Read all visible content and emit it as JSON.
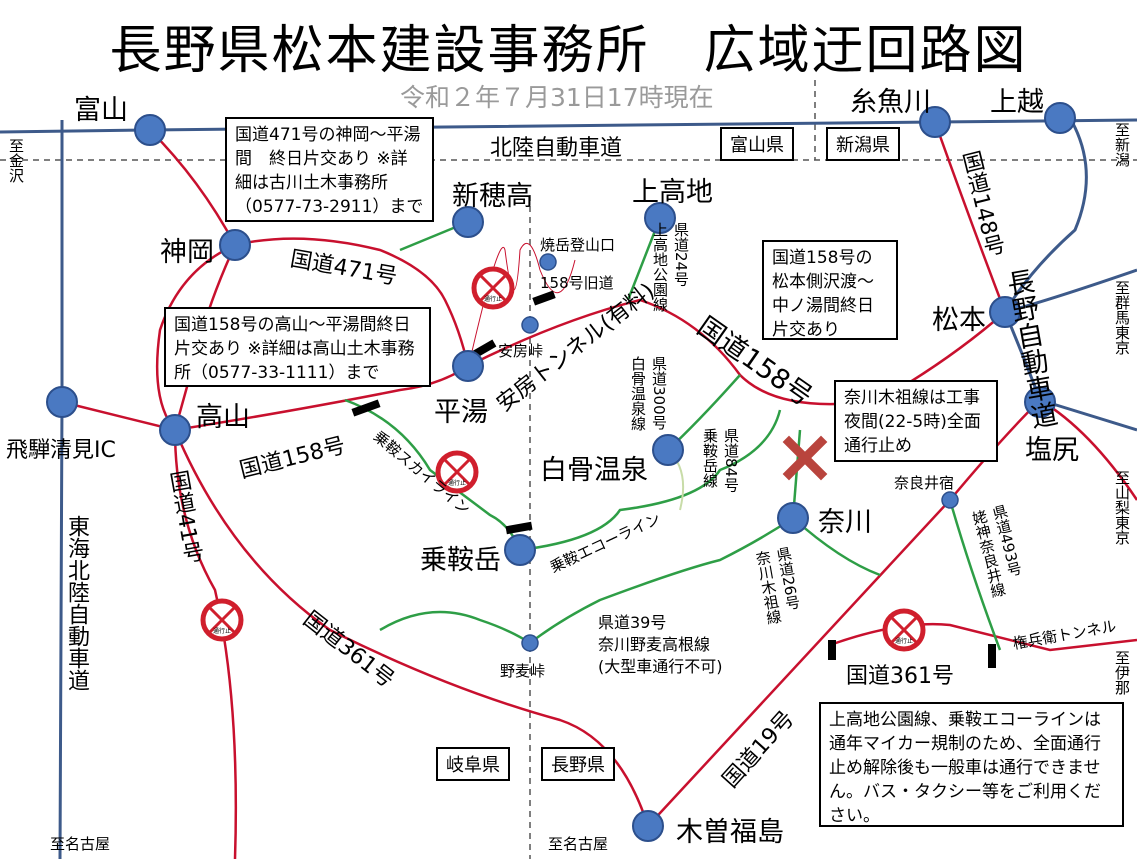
{
  "title": "長野県松本建設事務所　広域迂回路図",
  "subtitle": "令和２年７月31日17時現在",
  "cities": {
    "toyama": "富山",
    "itoigawa": "糸魚川",
    "joetsu": "上越",
    "kamioka": "神岡",
    "shinhotaka": "新穂高",
    "kamikochi": "上高地",
    "hirayu": "平湯",
    "takayama": "高山",
    "hida_kiyomi": "飛騨清見IC",
    "matsumoto": "松本",
    "shiojiri": "塩尻",
    "shirahone": "白骨温泉",
    "nagawa": "奈川",
    "norikuradake": "乗鞍岳",
    "kiso_fukushima": "木曽福島"
  },
  "places": {
    "yakedake": "焼岳登山口",
    "abotoge": "安房峠",
    "narai": "奈良井宿",
    "nomugi": "野麦峠"
  },
  "roads": {
    "hokuriku_exp": "北陸自動車道",
    "nagano_exp": "長野自動車道",
    "tokai_hokuriku_exp": "東海北陸自動車道",
    "r471": "国道471号",
    "r158_west": "国道158号",
    "r158_east": "国道158号",
    "r158_old": "158号旧道",
    "r148": "国道148号",
    "r41": "国道41号",
    "r361_west": "国道361号",
    "r361_east": "国道361号",
    "r19": "国道19号",
    "abo_tunnel": "安房トンネル(有料)",
    "kamikochi_line": "県道24号\n上高地公園線",
    "shirahone_line": "県道300号\n白骨温泉線",
    "norikura_line": "県道84号\n乗鞍岳線",
    "skyline": "乗鞍スカイライン",
    "ecoline": "乗鞍エコーライン",
    "nagawa_kiso": "県道26号\n奈川木祖線",
    "nomugi_line": "県道39号\n奈川野麦高根線\n(大型車通行不可)",
    "narai_line": "県道493号\n姥神奈良井線",
    "gonbei_tunnel": "権兵衛トンネル"
  },
  "directions": {
    "kanazawa": "至金沢",
    "niigata": "至新潟",
    "gunma": "至群馬東京",
    "yamanashi": "至山梨東京",
    "ina": "至伊那",
    "nagoya_left": "至名古屋",
    "nagoya_center": "至名古屋"
  },
  "prefectures": {
    "toyama": "富山県",
    "niigata": "新潟県",
    "gifu": "岐阜県",
    "nagano": "長野県"
  },
  "notices": {
    "r471": "国道471号の神岡～平湯間　終日片交あり ※詳細は古川土木事務所（0577-73-2911）まで",
    "r158_takayama": "国道158号の高山～平湯間終日片交あり ※詳細は高山土木事務所（0577-33-1111）まで",
    "r158_matsumoto": "国道158号の松本側沢渡～中ノ湯間終日片交あり",
    "nagawa_kiso": "奈川木祖線は工事夜間(22-5時)全面通行止め",
    "kamikochi": "上高地公園線、乗鞍エコーラインは通年マイカー規制のため、全面通行止め解除後も一般車は通行できません。バス・タクシー等をご利用ください。"
  },
  "closure_sign": "通行止",
  "colors": {
    "expressway": "#3d5a8a",
    "national_road": "#c8102e",
    "prefectural_road": "#2e9e46",
    "node": "#4a79c2",
    "node_stroke": "#2c4f8c",
    "closure_x": "#b9443d"
  }
}
